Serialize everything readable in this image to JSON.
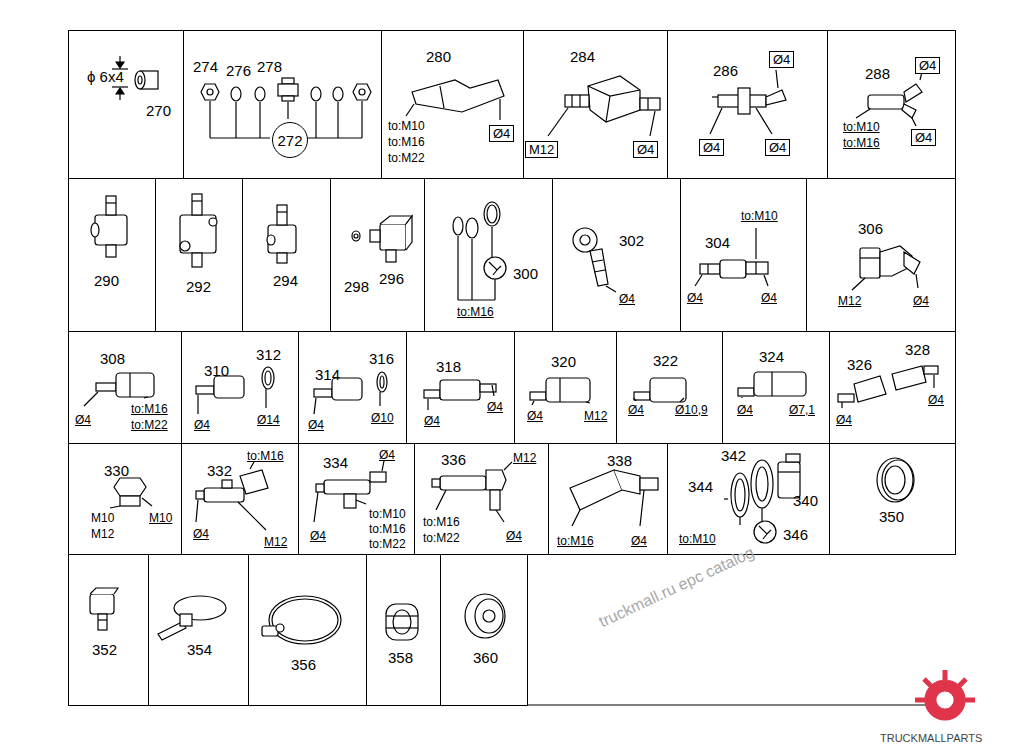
{
  "diagram": {
    "nodes": [
      {
        "text": [
          "ϕ 6x4",
          "270"
        ]
      },
      {
        "text": [
          "274",
          "276",
          "278"
        ]
      },
      {
        "text": [
          "272"
        ],
        "in": 1
      },
      {
        "text": [
          "280",
          "to:M10",
          "to:M16",
          "to:M22"
        ]
      },
      {
        "text": [
          "Ø4"
        ],
        "in": 3
      },
      {
        "text": [
          "284"
        ]
      },
      {
        "text": [
          "M12"
        ],
        "in": 5
      },
      {
        "text": [
          "Ø4"
        ],
        "in": 5
      },
      {
        "text": [
          "286"
        ]
      },
      {
        "text": [
          "Ø4"
        ],
        "in": 8
      },
      {
        "text": [
          "Ø4"
        ],
        "in": 8
      },
      {
        "text": [
          "Ø4"
        ],
        "in": 8
      },
      {
        "text": [
          "288",
          "to:M10",
          "to:M16"
        ]
      },
      {
        "text": [
          "Ø4"
        ],
        "in": 12
      },
      {
        "text": [
          "Ø4"
        ],
        "in": 12
      },
      {
        "text": [
          "290"
        ]
      },
      {
        "text": [
          "292"
        ]
      },
      {
        "text": [
          "294"
        ]
      },
      {
        "text": [
          "298",
          "296"
        ]
      },
      {
        "text": [
          "300",
          "to:M16"
        ]
      },
      {
        "text": [
          "302",
          "Ø4"
        ]
      },
      {
        "text": [
          "to:M10",
          "304",
          "Ø4",
          "Ø4"
        ]
      },
      {
        "text": [
          "306",
          "M12",
          "Ø4"
        ]
      },
      {
        "text": [
          "308",
          "Ø4",
          "to:M16",
          "to:M22"
        ]
      },
      {
        "text": [
          "310",
          "312",
          "Ø4",
          "Ø14"
        ]
      },
      {
        "text": [
          "314",
          "316",
          "Ø4",
          "Ø10"
        ]
      },
      {
        "text": [
          "318",
          "Ø4",
          "Ø4"
        ]
      },
      {
        "text": [
          "320",
          "Ø4",
          "M12"
        ]
      },
      {
        "text": [
          "322",
          "Ø4",
          "Ø10,9"
        ]
      },
      {
        "text": [
          "324",
          "Ø4",
          "Ø7,1"
        ]
      },
      {
        "text": [
          "326",
          "328",
          "Ø4",
          "Ø4"
        ]
      },
      {
        "text": [
          "330",
          "M10",
          "M12",
          "M10"
        ]
      },
      {
        "text": [
          "332",
          "to:M16",
          "Ø4",
          "M12"
        ]
      },
      {
        "text": [
          "334",
          "Ø4",
          "Ø4",
          "to:M10",
          "to:M16",
          "to:M22"
        ]
      },
      {
        "text": [
          "336",
          "M12",
          "to:M16",
          "to:M22",
          "Ø4"
        ]
      },
      {
        "text": [
          "338",
          "to:M16",
          "Ø4"
        ]
      },
      {
        "text": [
          "342",
          "344",
          "340",
          "to:M10",
          "346"
        ]
      },
      {
        "text": [
          "350"
        ]
      },
      {
        "text": [
          "352"
        ]
      },
      {
        "text": [
          "354"
        ]
      },
      {
        "text": [
          "356"
        ]
      },
      {
        "text": [
          "358"
        ]
      },
      {
        "text": [
          "360"
        ]
      }
    ],
    "labels": [
      "truckmall.ru epc catalog",
      "TRUCKMALLPARTS"
    ]
  }
}
